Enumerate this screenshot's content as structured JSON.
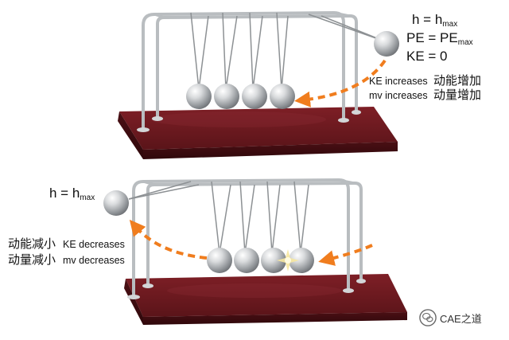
{
  "top_panel": {
    "height_label": "h = h",
    "height_sub": "max",
    "pe_label": "PE = PE",
    "pe_sub": "max",
    "ke_label": "KE = 0",
    "ke_increase_en": "KE increases",
    "ke_increase_cn": "动能增加",
    "mv_increase_en": "mv increases",
    "mv_increase_cn": "动量增加"
  },
  "bottom_panel": {
    "height_label": "h = h",
    "height_sub": "max",
    "ke_decrease_cn": "动能减小",
    "ke_decrease_en": "KE decreases",
    "mv_decrease_cn": "动量减小",
    "mv_decrease_en": "mv decreases"
  },
  "watermark": {
    "text": "CAE之道"
  },
  "colors": {
    "base": "#6b1a1f",
    "arrow": "#f07d1e",
    "frame": "#bfc3c6"
  }
}
